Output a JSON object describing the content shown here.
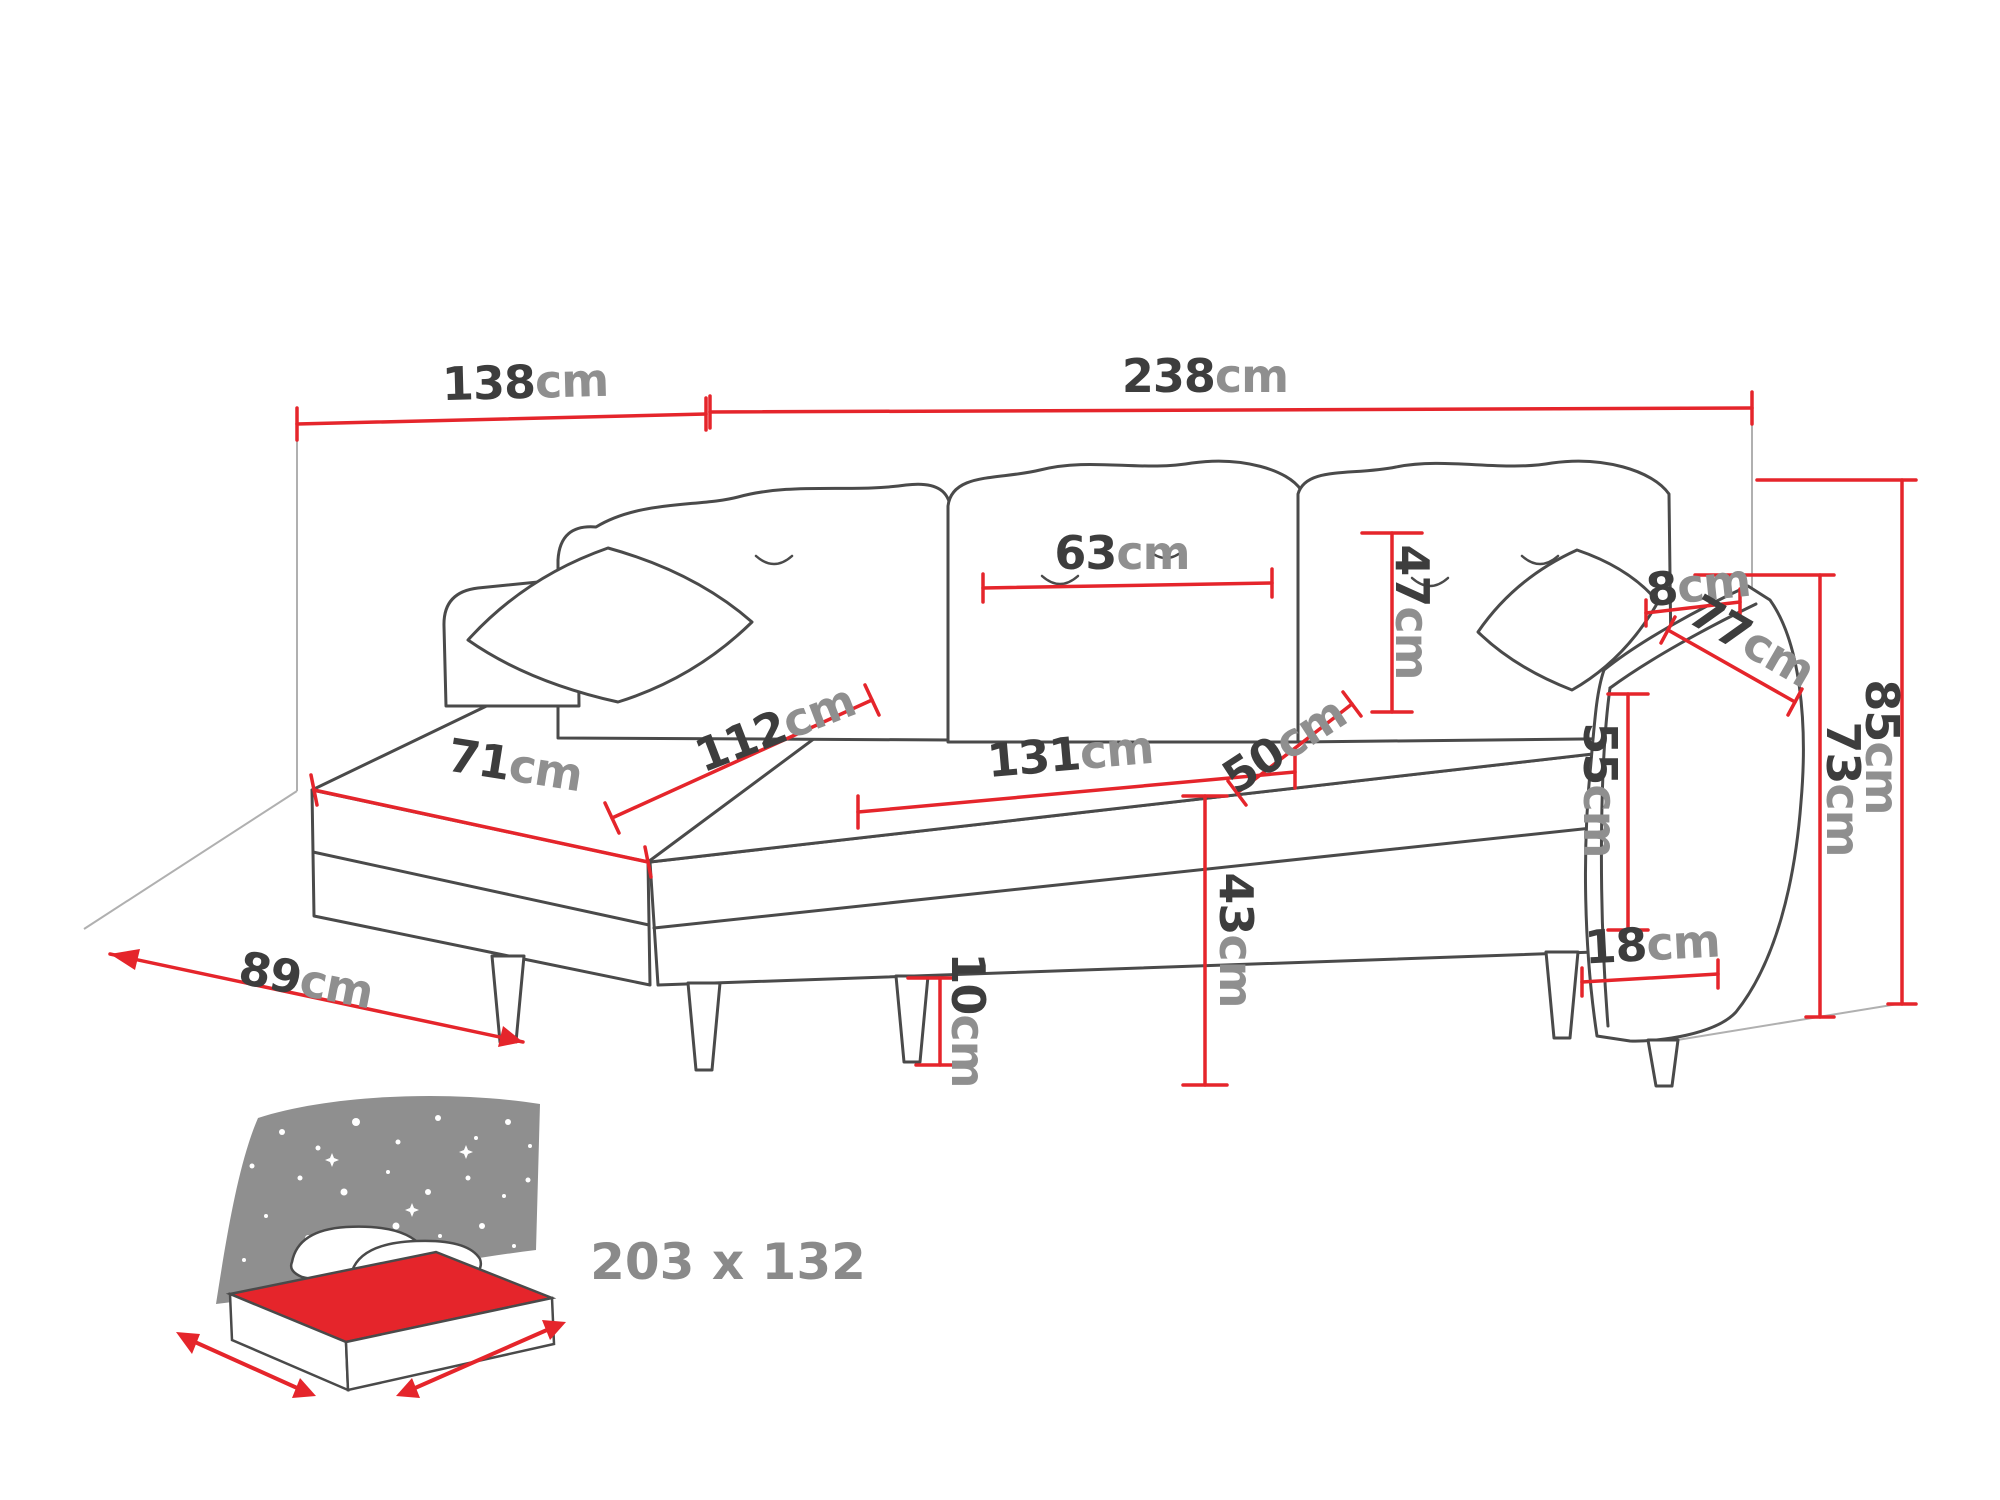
{
  "page": {
    "background": "#ffffff"
  },
  "colors": {
    "dimension_line": "#e5252b",
    "outline": "#4a4a4a",
    "perspective_line": "#b0b0b0",
    "label_number": "#3d3d3d",
    "label_unit": "#8f8f8f",
    "headboard_gray": "#8f8f8f",
    "bed_size_label": "#8a8a8a"
  },
  "diagram": {
    "subject": "corner-sofa-with-sleeping-function-dimension-diagram",
    "unit": "cm",
    "measurements": {
      "back_section_width": {
        "value": "138",
        "unit": "cm"
      },
      "total_width": {
        "value": "238",
        "unit": "cm"
      },
      "back_cushion_width": {
        "value": "63",
        "unit": "cm"
      },
      "back_cushion_height": {
        "value": "47",
        "unit": "cm"
      },
      "armrest_top_width": {
        "value": "8",
        "unit": "cm"
      },
      "armrest_depth": {
        "value": "77",
        "unit": "cm"
      },
      "total_height": {
        "value": "85",
        "unit": "cm"
      },
      "armrest_height": {
        "value": "73",
        "unit": "cm"
      },
      "chaise_front_width": {
        "value": "71",
        "unit": "cm"
      },
      "chaise_seat_depth": {
        "value": "112",
        "unit": "cm"
      },
      "seat_width": {
        "value": "131",
        "unit": "cm"
      },
      "seat_depth": {
        "value": "50",
        "unit": "cm"
      },
      "armrest_side_height": {
        "value": "55",
        "unit": "cm"
      },
      "seat_height": {
        "value": "43",
        "unit": "cm"
      },
      "armrest_thickness": {
        "value": "18",
        "unit": "cm"
      },
      "leg_height": {
        "value": "10",
        "unit": "cm"
      },
      "chaise_total_depth": {
        "value": "89",
        "unit": "cm"
      }
    },
    "sleeping_area": {
      "size_label": "203 x 132"
    }
  }
}
